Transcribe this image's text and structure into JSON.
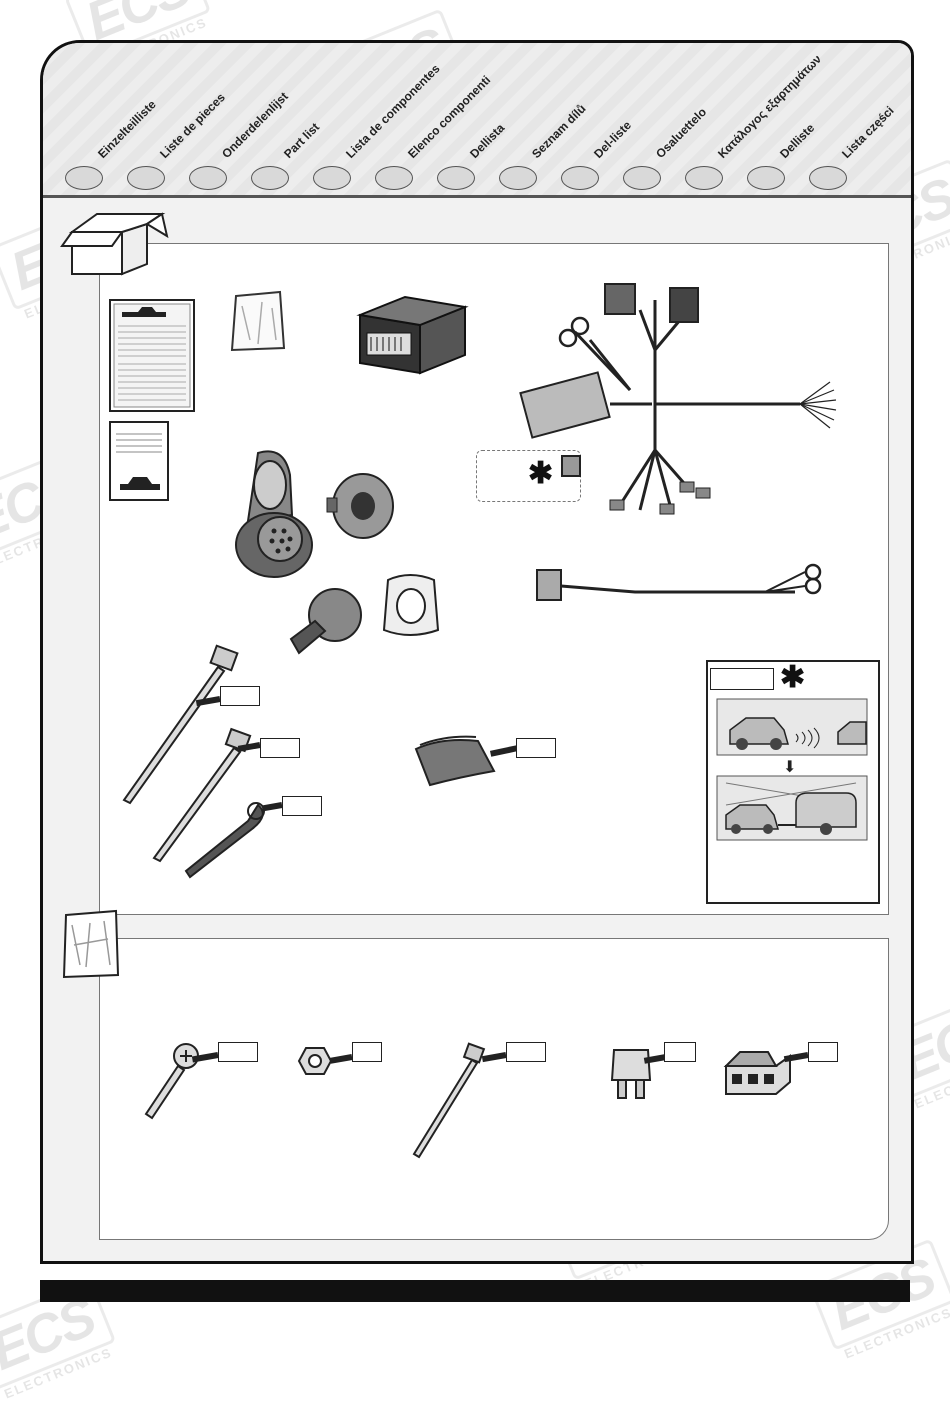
{
  "header": {
    "languages": [
      "Einzelteilliste",
      "Liste de pieces",
      "Onderdelenlijst",
      "Part list",
      "Lista de componentes",
      "Elenco componenti",
      "Dellista",
      "Seznam dílů",
      "Del-liste",
      "Osaluettelo",
      "Κατάλογος εξαρτημάτων",
      "Delliste",
      "Lista części"
    ]
  },
  "watermark": {
    "brand": "ECS",
    "sub": "ELECTRONICS"
  },
  "optional_marker": "✱",
  "icons": {
    "box": "open-box-icon",
    "bag": "plastic-bag-icon"
  },
  "colors": {
    "frame": "#111111",
    "header_band": "#e6e6e6",
    "panel": "#ffffff",
    "bar": "#111111"
  }
}
